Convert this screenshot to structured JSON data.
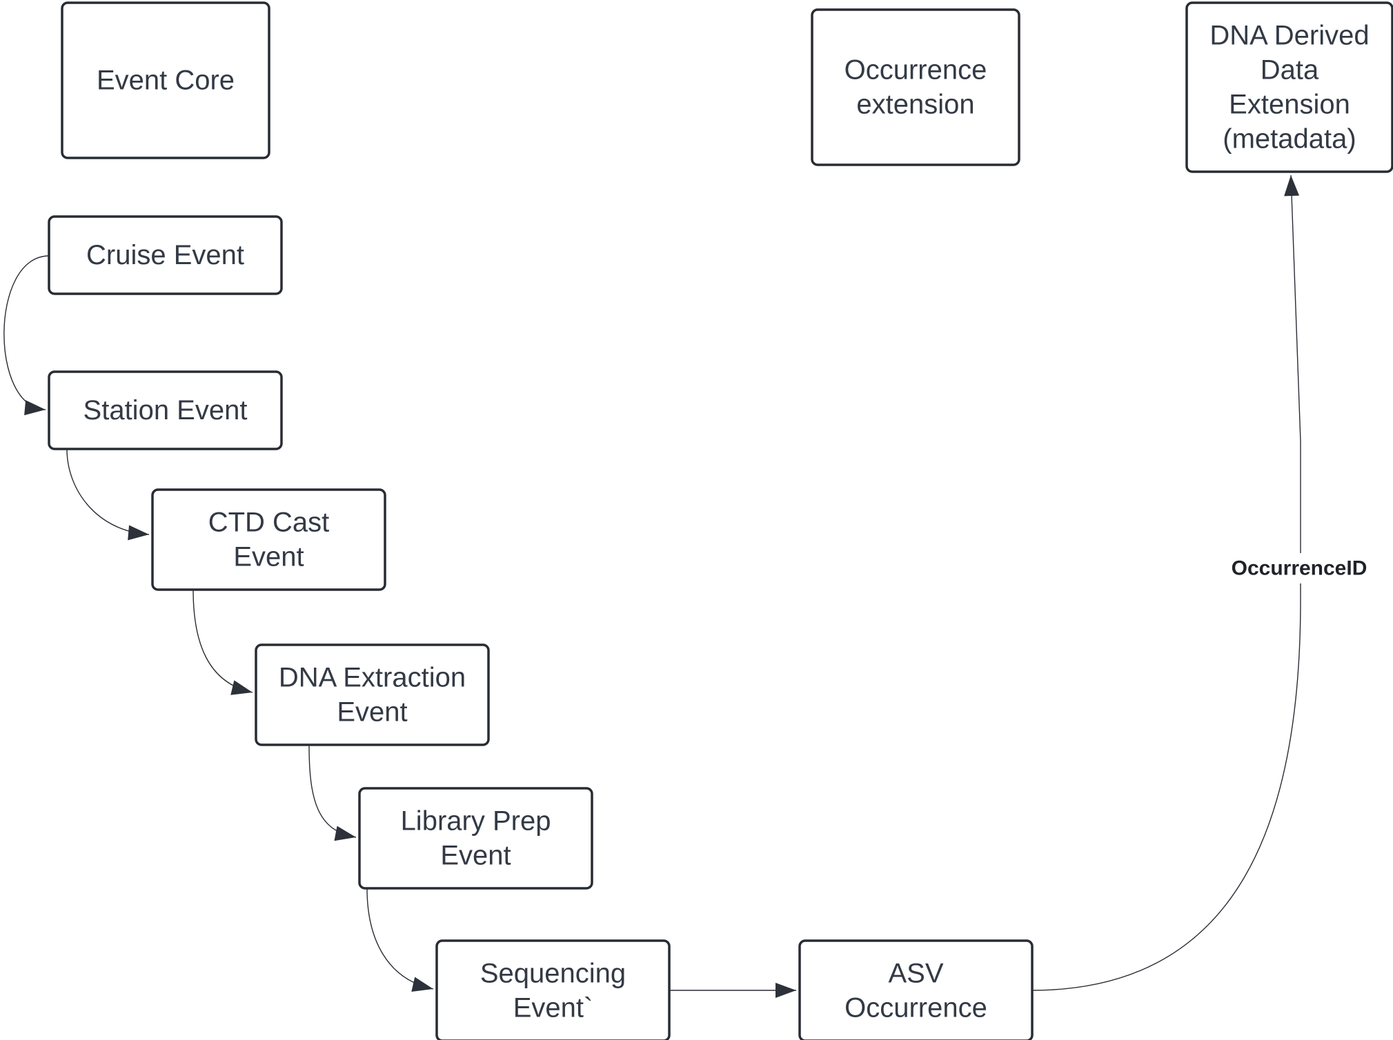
{
  "diagram": {
    "nodes": [
      {
        "id": "event-core",
        "lines": [
          "Event Core"
        ]
      },
      {
        "id": "occurrence-extension",
        "lines": [
          "Occurrence",
          "extension"
        ]
      },
      {
        "id": "dna-derived-data-extension",
        "lines": [
          "DNA Derived",
          "Data",
          "Extension",
          "(metadata)"
        ]
      },
      {
        "id": "cruise-event",
        "lines": [
          "Cruise Event"
        ]
      },
      {
        "id": "station-event",
        "lines": [
          "Station Event"
        ]
      },
      {
        "id": "ctd-cast-event",
        "lines": [
          "CTD Cast",
          "Event"
        ]
      },
      {
        "id": "dna-extraction-event",
        "lines": [
          "DNA Extraction",
          "Event"
        ]
      },
      {
        "id": "library-prep-event",
        "lines": [
          "Library Prep",
          "Event"
        ]
      },
      {
        "id": "sequencing-event",
        "lines": [
          "Sequencing",
          "Event`"
        ]
      },
      {
        "id": "asv-occurrence",
        "lines": [
          "ASV",
          "Occurrence"
        ]
      }
    ],
    "edges": [
      {
        "id": "cruise-to-station",
        "from": "cruise-event",
        "to": "station-event",
        "label": ""
      },
      {
        "id": "station-to-ctd",
        "from": "station-event",
        "to": "ctd-cast-event",
        "label": ""
      },
      {
        "id": "ctd-to-extraction",
        "from": "ctd-cast-event",
        "to": "dna-extraction-event",
        "label": ""
      },
      {
        "id": "extraction-to-library",
        "from": "dna-extraction-event",
        "to": "library-prep-event",
        "label": ""
      },
      {
        "id": "library-to-sequencing",
        "from": "library-prep-event",
        "to": "sequencing-event",
        "label": ""
      },
      {
        "id": "sequencing-to-asv",
        "from": "sequencing-event",
        "to": "asv-occurrence",
        "label": ""
      },
      {
        "id": "asv-to-dna-derived",
        "from": "asv-occurrence",
        "to": "dna-derived-data-extension",
        "label": "OccurrenceID"
      }
    ]
  }
}
